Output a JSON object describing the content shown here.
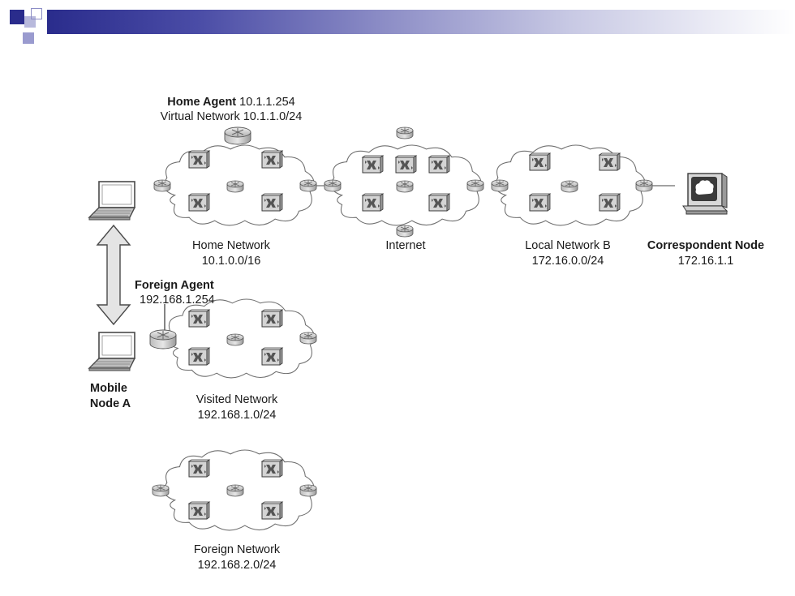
{
  "colors": {
    "header_dark": "#2a2c8c",
    "header_light": "#ffffff",
    "switch_fill": "#d4d4d4",
    "router_fill": "#cfcfcf",
    "cloud_stroke": "#6f6f6f"
  },
  "labels": {
    "home_agent_title": "Home Agent",
    "home_agent_ip": "10.1.1.254",
    "virtual_network": "Virtual Network 10.1.1.0/24",
    "home_network_name": "Home Network",
    "home_network_addr": "10.1.0.0/16",
    "internet_name": "Internet",
    "local_network_name": "Local Network B",
    "local_network_addr": "172.16.0.0/24",
    "correspondent_name": "Correspondent Node",
    "correspondent_addr": "172.16.1.1",
    "foreign_agent_title": "Foreign Agent",
    "foreign_agent_ip": "192.168.1.254",
    "visited_network_name": "Visited Network",
    "visited_network_addr": "192.168.1.0/24",
    "foreign_network_name": "Foreign Network",
    "foreign_network_addr": "192.168.2.0/24",
    "mobile_node_line1": "Mobile",
    "mobile_node_line2": "Node A"
  },
  "icons": {
    "switch": "switch-icon",
    "router": "router-icon",
    "laptop": "laptop-icon",
    "workstation": "workstation-icon"
  }
}
